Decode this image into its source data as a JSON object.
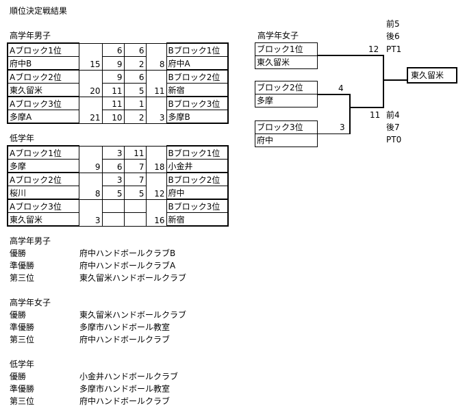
{
  "page_title": "順位決定戦結果",
  "upper_boys": {
    "title": "高学年男子",
    "matches": [
      {
        "a_label": "Aブロック1位",
        "a_team": "府中B",
        "a_total": "15",
        "a_halves": [
          "",
          "6"
        ],
        "b_halves": [
          "6",
          ""
        ],
        "a_half2": "9",
        "b_half2": "2",
        "b_total": "8",
        "b_label": "Bブロック1位",
        "b_team": "府中A"
      },
      {
        "a_label": "Aブロック2位",
        "a_team": "東久留米",
        "a_total": "20",
        "a_half1": "9",
        "b_half1": "6",
        "a_half2": "11",
        "b_half2": "5",
        "b_total": "11",
        "b_label": "Bブロック2位",
        "b_team": "新宿"
      },
      {
        "a_label": "Aブロック3位",
        "a_team": "多摩A",
        "a_total": "21",
        "a_half1": "11",
        "b_half1": "1",
        "a_half2": "10",
        "b_half2": "2",
        "b_total": "3",
        "b_label": "Bブロック3位",
        "b_team": "多摩B"
      }
    ]
  },
  "lower": {
    "title": "低学年",
    "matches": [
      {
        "a_label": "Aブロック1位",
        "a_team": "多摩",
        "a_total": "9",
        "a_half1": "3",
        "b_half1": "11",
        "a_half2": "6",
        "b_half2": "7",
        "b_total": "18",
        "b_label": "Bブロック1位",
        "b_team": "小金井"
      },
      {
        "a_label": "Aブロック2位",
        "a_team": "桜川",
        "a_total": "8",
        "a_half1": "3",
        "b_half1": "7",
        "a_half2": "5",
        "b_half2": "5",
        "b_total": "12",
        "b_label": "Bブロック2位",
        "b_team": "府中"
      },
      {
        "a_label": "Aブロック3位",
        "a_team": "東久留米",
        "a_total": "3",
        "a_half1": "",
        "b_half1": "",
        "a_half2": "",
        "b_half2": "",
        "b_total": "16",
        "b_label": "Bブロック3位",
        "b_team": "新宿"
      }
    ]
  },
  "upper_girls": {
    "title": "高学年女子",
    "block1_label": "ブロック1位",
    "block1_team": "東久留米",
    "block2_label": "ブロック2位",
    "block2_team": "多摩",
    "block3_label": "ブロック3位",
    "block3_team": "府中",
    "score_b2": "4",
    "score_b3": "3",
    "final_b1": "12",
    "final_semi": "11",
    "first_half_b1": "前5",
    "second_half_b1": "後6",
    "pt_b1": "PT1",
    "first_half_semi": "前4",
    "second_half_semi": "後7",
    "pt_semi": "PT0",
    "champion": "東久留米"
  },
  "summary": [
    {
      "title": "高学年男子",
      "rows": [
        {
          "rank": "優勝",
          "team": "府中ハンドボールクラブB"
        },
        {
          "rank": "準優勝",
          "team": "府中ハンドボールクラブA"
        },
        {
          "rank": "第三位",
          "team": "東久留米ハンドボールクラブ"
        }
      ]
    },
    {
      "title": "高学年女子",
      "rows": [
        {
          "rank": "優勝",
          "team": "東久留米ハンドボールクラブ"
        },
        {
          "rank": "準優勝",
          "team": "多摩市ハンドボール教室"
        },
        {
          "rank": "第三位",
          "team": "府中ハンドボールクラブ"
        }
      ]
    },
    {
      "title": "低学年",
      "rows": [
        {
          "rank": "優勝",
          "team": "小金井ハンドボールクラブ"
        },
        {
          "rank": "準優勝",
          "team": "多摩市ハンドボール教室"
        },
        {
          "rank": "第三位",
          "team": "府中ハンドボールクラブ"
        }
      ]
    }
  ]
}
